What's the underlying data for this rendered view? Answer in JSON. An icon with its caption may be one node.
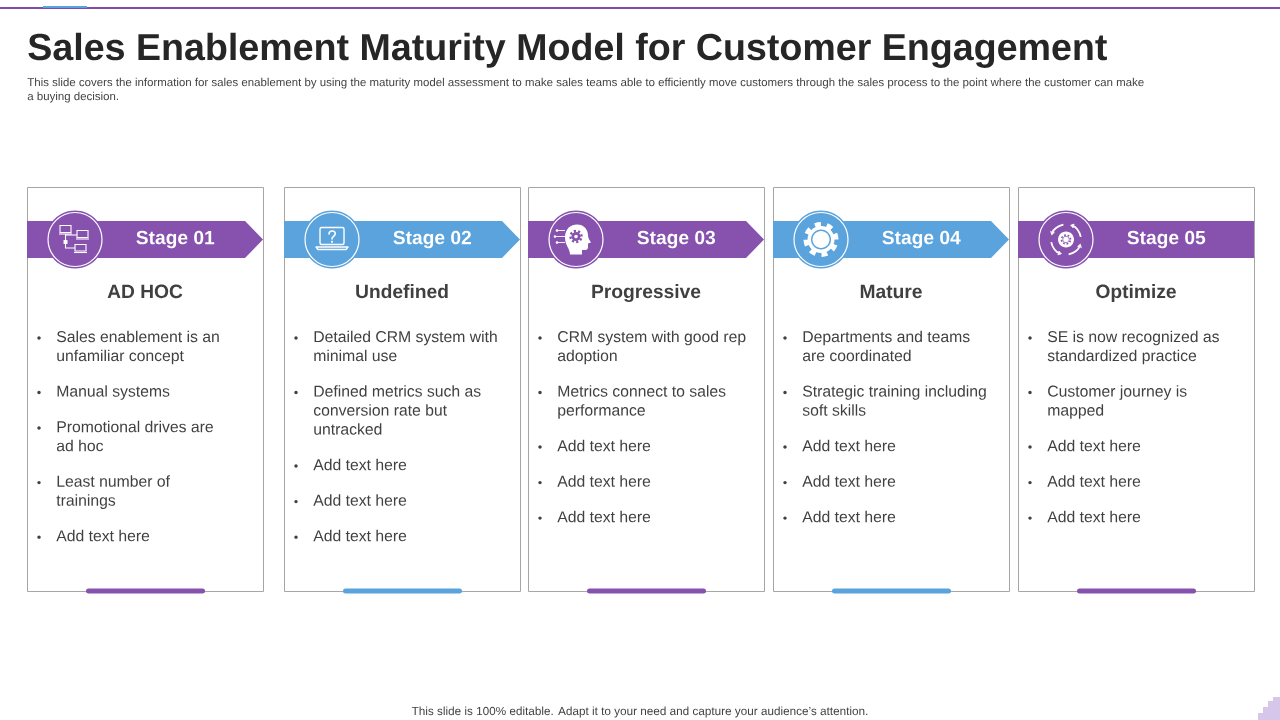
{
  "diagram": {
    "title": "Sales Enablement Maturity Model for Customer Engagement",
    "nodes": [
      {
        "text": [
          "AD HOC",
          "Sales enablement is an unfamiliar concept",
          "Manual systems",
          "Promotional drives are ad hoc",
          "Least number of trainings",
          "Add text here"
        ]
      },
      {
        "text": [
          "Stage 01"
        ],
        "in": 0
      },
      {
        "text": [
          "Undefined",
          "Detailed CRM system with minimal use",
          "Defined metrics such as conversion rate but untracked",
          "Add text here",
          "Add text here",
          "Add text here"
        ]
      },
      {
        "text": [
          "Stage 02"
        ],
        "in": 2
      },
      {
        "text": [
          "Progressive",
          "CRM system with good rep adoption",
          "Metrics connect to sales performance",
          "Add text here",
          "Add text here",
          "Add text here"
        ]
      },
      {
        "text": [
          "Stage 03"
        ],
        "in": 4
      },
      {
        "text": [
          "Mature",
          "Departments and teams are coordinated",
          "Strategic training including soft skills",
          "Add text here",
          "Add text here",
          "Add text here"
        ]
      },
      {
        "text": [
          "Stage 04"
        ],
        "in": 6
      },
      {
        "text": [
          "Optimize",
          "SE is now recognized as standardized practice",
          "Customer journey is mapped",
          "Add text here",
          "Add text here",
          "Add text here"
        ]
      },
      {
        "text": [
          "Stage 05"
        ],
        "in": 8
      }
    ],
    "labels": [
      "This slide covers the information for sales enablement by using the maturity model assessment to make sales teams able to efficiently move customers through the sales process to the point where the customer can make a buying decision.",
      "This slide is 100% editable. Adapt it to your need and capture your audience’s attention."
    ]
  }
}
